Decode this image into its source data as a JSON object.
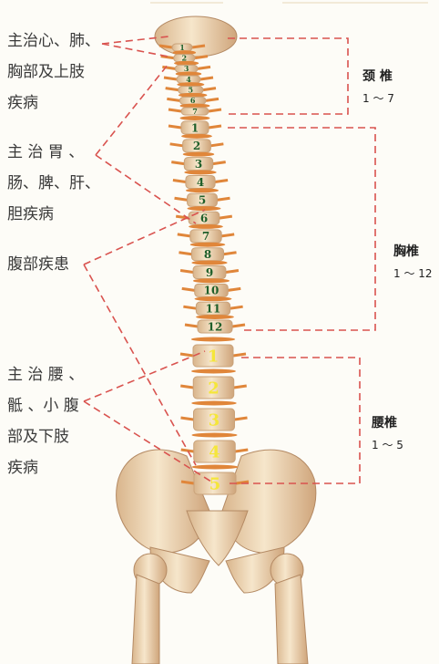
{
  "annotations": [
    {
      "lines": [
        "主治心、肺、",
        "胸部及上肢",
        "疾病"
      ]
    },
    {
      "lines": [
        "主 治 胃 、",
        "肠、脾、肝、",
        "胆疾病"
      ]
    },
    {
      "lines": [
        "腹部疾患"
      ]
    },
    {
      "lines": [
        "主 治 腰 、",
        "骶 、小 腹",
        "部及下肢",
        "疾病"
      ]
    }
  ],
  "regions": {
    "cervical": {
      "name": "颈 椎",
      "range": "1 ～ 7",
      "count": 7
    },
    "thoracic": {
      "name": "胸椎",
      "range": "1 ～ 12",
      "count": 12
    },
    "lumbar": {
      "name": "腰椎",
      "range": "1 ～ 5",
      "count": 5
    }
  },
  "vertebra_labels": {
    "cervical": [
      "1",
      "2",
      "3",
      "4",
      "5",
      "6",
      "7"
    ],
    "thoracic": [
      "1",
      "2",
      "3",
      "4",
      "5",
      "6",
      "7",
      "8",
      "9",
      "10",
      "11",
      "12"
    ],
    "lumbar": [
      "1",
      "2",
      "3",
      "4",
      "5"
    ]
  },
  "colors": {
    "bone": "#f2dcbc",
    "bone_shadow": "#c9a27a",
    "disc": "#e0863a",
    "leader_line": "#d9534f",
    "thoracic_number": "#1f5f2a",
    "lumbar_number": "#f5e63a"
  }
}
